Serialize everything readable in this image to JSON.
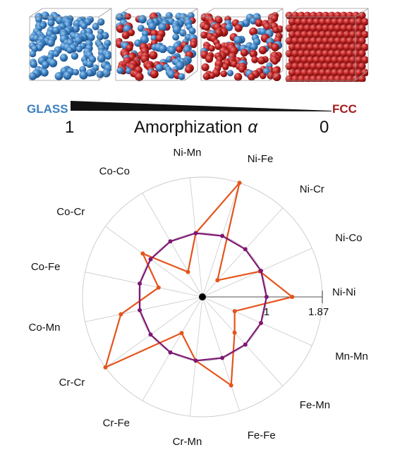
{
  "header": {
    "left_label": "GLASS",
    "right_label": "FCC",
    "scale_left": "1",
    "scale_right": "0",
    "scale_title": "Amorphization",
    "scale_symbol": "α"
  },
  "colors": {
    "glass": "#3a7fc1",
    "fcc": "#b81e1e",
    "series_orange": "#e4541b",
    "series_purple": "#7f1874",
    "grid": "#c9c9c9"
  },
  "chart_data": {
    "type": "radar",
    "axes": [
      "Ni-Ni",
      "Ni-Co",
      "Ni-Cr",
      "Ni-Fe",
      "Ni-Mn",
      "Co-Co",
      "Co-Cr",
      "Co-Fe",
      "Co-Mn",
      "Cr-Cr",
      "Cr-Fe",
      "Cr-Mn",
      "Fe-Fe",
      "Fe-Mn",
      "Mn-Mn"
    ],
    "tick_labels": [
      "1",
      "1.87"
    ],
    "rmax": 1.87,
    "series": [
      {
        "values": [
          1.4,
          0.98,
          0.35,
          1.87,
          1.0,
          0.45,
          1.15,
          0.7,
          1.3,
          1.87,
          0.65,
          1.0,
          1.45,
          0.75,
          0.55
        ]
      },
      {
        "values": [
          1.0,
          1.0,
          1.0,
          1.0,
          1.0,
          1.0,
          1.0,
          1.0,
          1.0,
          1.0,
          1.0,
          1.0,
          1.0,
          1.0,
          1.0
        ]
      }
    ]
  }
}
